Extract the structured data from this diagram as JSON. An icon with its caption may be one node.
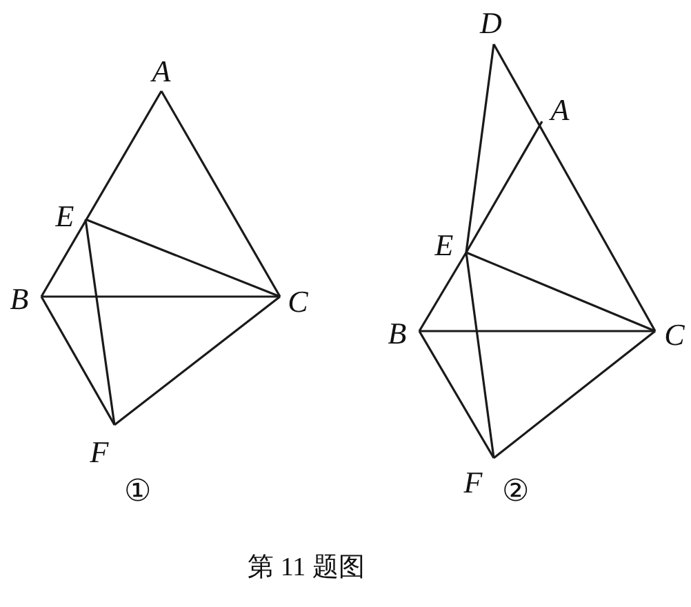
{
  "diagram": {
    "caption": "第 11 题图",
    "labels": [
      "A",
      "E",
      "B",
      "C",
      "F",
      "①",
      "D",
      "A",
      "E",
      "B",
      "C",
      "F",
      "②"
    ]
  }
}
